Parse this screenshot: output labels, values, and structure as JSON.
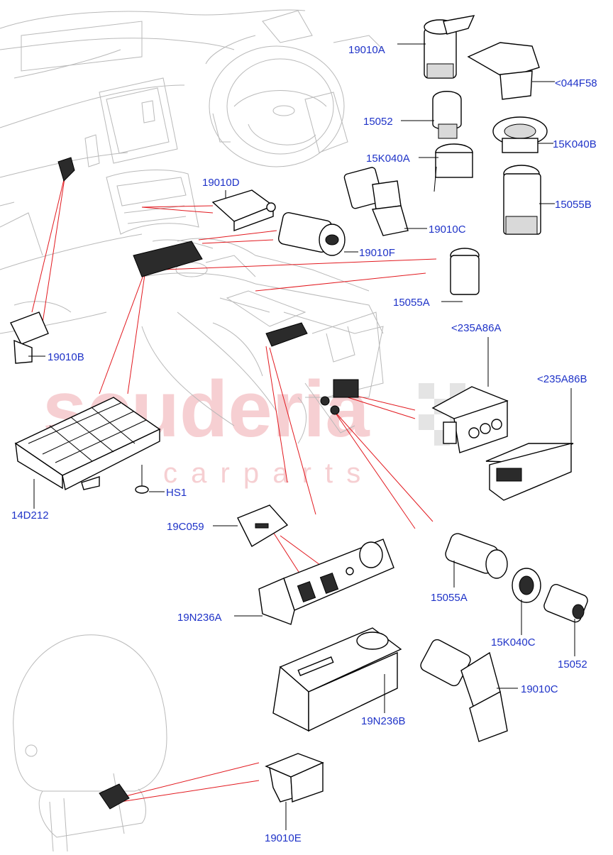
{
  "watermark": {
    "brand": "scuderia",
    "sub": "c a r   p a r t s"
  },
  "labels": {
    "p19010A": "19010A",
    "p044F58": "<044F58",
    "p15052_top": "15052",
    "p15K040B": "15K040B",
    "p15K040A": "15K040A",
    "p19010D": "19010D",
    "p15055B": "15055B",
    "p19010C_top": "19010C",
    "p19010F": "19010F",
    "p15055A_top": "15055A",
    "p235A86A": "<235A86A",
    "p19010B": "19010B",
    "p235A86B": "<235A86B",
    "pHS1": "HS1",
    "p14D212": "14D212",
    "p19C059": "19C059",
    "p15055A_bot": "15055A",
    "p19N236A": "19N236A",
    "p15K040C": "15K040C",
    "p15052_bot": "15052",
    "p19010C_bot": "19010C",
    "p19N236B": "19N236B",
    "p19010E": "19010E"
  }
}
